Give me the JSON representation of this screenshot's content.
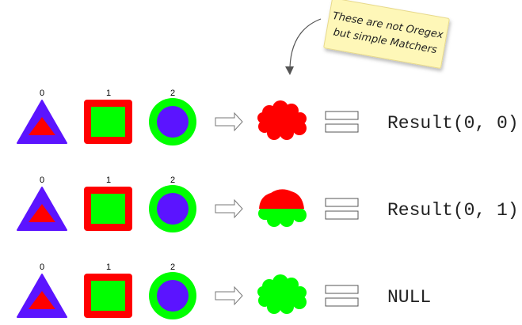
{
  "callout": {
    "line1": "These are not Oregex",
    "line2": "but simple Matchers",
    "background_color": "#fef7b8"
  },
  "colors": {
    "blue": "#5b14ff",
    "red": "#ff0000",
    "green": "#00ff00"
  },
  "icons": [
    "triangle-icon",
    "square-icon",
    "circle-icon",
    "arrow-icon",
    "cloud-icon",
    "equals-icon"
  ],
  "rows": [
    {
      "indices": [
        "0",
        "1",
        "2"
      ],
      "cloud_fill": "red",
      "result": "Result(0, 0)"
    },
    {
      "indices": [
        "0",
        "1",
        "2"
      ],
      "cloud_fill": "red-top-green-bottom",
      "result": "Result(0, 1)"
    },
    {
      "indices": [
        "0",
        "1",
        "2"
      ],
      "cloud_fill": "green",
      "result": "NULL"
    }
  ]
}
